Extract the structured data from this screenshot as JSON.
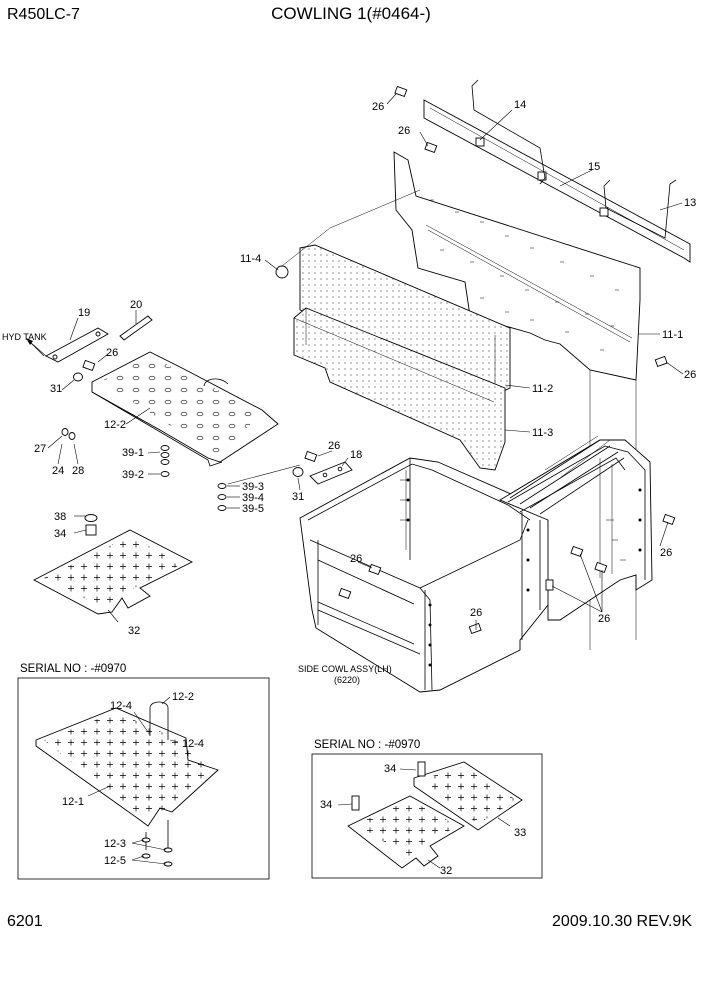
{
  "header": {
    "model": "R450LC-7",
    "title": "COWLING 1(#0464-)"
  },
  "footer": {
    "page_number": "6201",
    "revision": "2009.10.30  REV.9K"
  },
  "notes": {
    "hyd_tank": "HYD TANK",
    "side_cowl_line1": "SIDE COWL ASSY(LH)",
    "side_cowl_line2": "(6220)"
  },
  "insets": {
    "left_serial": "SERIAL NO : -#0970",
    "right_serial": "SERIAL NO : -#0970"
  },
  "callouts": {
    "c26a": "26",
    "c14": "14",
    "c26b": "26",
    "c15": "15",
    "c13": "13",
    "c11_4": "11-4",
    "c11_1": "11-1",
    "c26c": "26",
    "c11_2": "11-2",
    "c11_3": "11-3",
    "c19": "19",
    "c20": "20",
    "c26d": "26",
    "c31a": "31",
    "c12_2": "12-2",
    "c27": "27",
    "c24": "24",
    "c28": "28",
    "c39_1": "39-1",
    "c39_2": "39-2",
    "c26e": "26",
    "c18": "18",
    "c31b": "31",
    "c39_3": "39-3",
    "c39_4": "39-4",
    "c39_5": "39-5",
    "c38": "38",
    "c34a": "34",
    "c32a": "32",
    "c26f": "26",
    "c26g": "26",
    "c26h": "26",
    "c26i": "26",
    "i12_4a": "12-4",
    "i12_2": "12-2",
    "i12_4b": "12-4",
    "i12_1": "12-1",
    "i12_3": "12-3",
    "i12_5": "12-5",
    "r34a": "34",
    "r34b": "34",
    "r33": "33",
    "r32": "32"
  },
  "icons": [
    "bolt-icon",
    "washer-icon",
    "handle-icon",
    "arrow-left-icon"
  ]
}
